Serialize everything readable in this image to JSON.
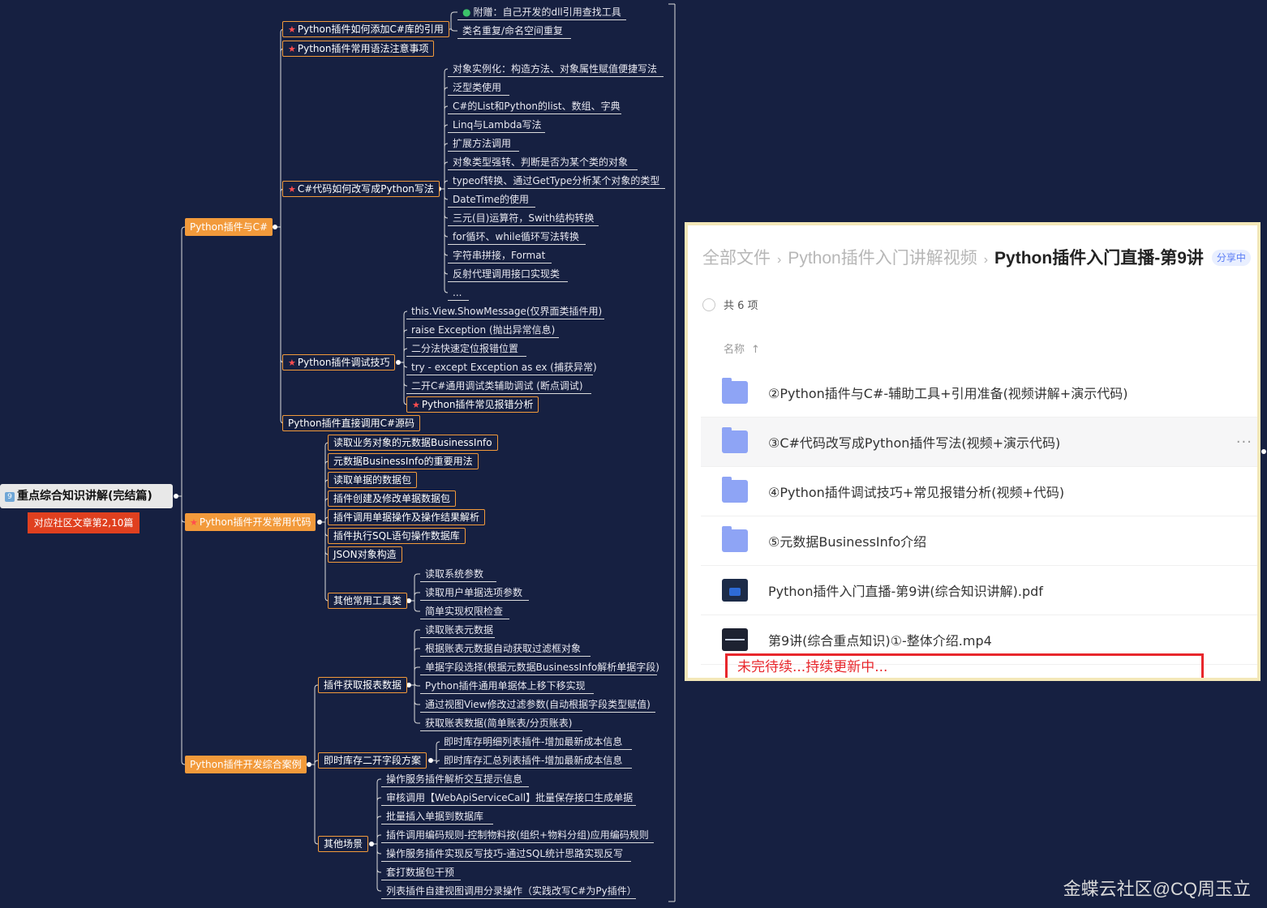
{
  "root": {
    "label": "重点综合知识讲解(完结篇)",
    "badge": "9",
    "note": "对应社区文章第2,10篇"
  },
  "branches": {
    "python_csharp": {
      "label": "Python插件与C#",
      "ref_csharp": {
        "label": "Python插件如何添加C#库的引用",
        "children": [
          "附赠：自己开发的dll引用查找工具",
          "类名重复/命名空间重复"
        ]
      },
      "syntax_notes": {
        "label": "Python插件常用语法注意事项"
      },
      "rewrite": {
        "label": "C#代码如何改写成Python写法",
        "children": [
          "对象实例化：构造方法、对象属性赋值便捷写法",
          "泛型类使用",
          "C#的List和Python的list、数组、字典",
          "Linq与Lambda写法",
          "扩展方法调用",
          "对象类型强转、判断是否为某个类的对象",
          "typeof转换、通过GetType分析某个对象的类型",
          "DateTime的使用",
          "三元(目)运算符，Swith结构转换",
          "for循环、while循环写法转换",
          "字符串拼接，Format",
          "反射代理调用接口实现类",
          "..."
        ]
      },
      "debug": {
        "label": "Python插件调试技巧",
        "children": [
          "this.View.ShowMessage(仅界面类插件用)",
          "raise Exception (抛出异常信息)",
          "二分法快速定位报错位置",
          "try - except Exception as ex (捕获异常)",
          "二开C#通用调试类辅助调试 (断点调试)",
          "Python插件常见报错分析"
        ]
      },
      "call_source": {
        "label": "Python插件直接调用C#源码"
      }
    },
    "common_code": {
      "label": "Python插件开发常用代码",
      "children": [
        "读取业务对象的元数据BusinessInfo",
        "元数据BusinessInfo的重要用法",
        "读取单据的数据包",
        "插件创建及修改单据数据包",
        "插件调用单据操作及操作结果解析",
        "插件执行SQL语句操作数据库",
        "JSON对象构造"
      ],
      "tools": {
        "label": "其他常用工具类",
        "children": [
          "读取系统参数",
          "读取用户单据选项参数",
          "简单实现权限检查"
        ]
      }
    },
    "cases": {
      "label": "Python插件开发综合案例",
      "report": {
        "label": "插件获取报表数据",
        "children": [
          "读取账表元数据",
          "根据账表元数据自动获取过滤框对象",
          "单据字段选择(根据元数据BusinessInfo解析单据字段)",
          "Python插件通用单据体上移下移实现",
          "通过视图View修改过滤参数(自动根据字段类型赋值)",
          "获取账表数据(简单账表/分页账表)"
        ]
      },
      "inventory": {
        "label": "即时库存二开字段方案",
        "children": [
          "即时库存明细列表插件-增加最新成本信息",
          "即时库存汇总列表插件-增加最新成本信息"
        ]
      },
      "other": {
        "label": "其他场景",
        "children": [
          "操作服务插件解析交互提示信息",
          "审核调用【WebApiServiceCall】批量保存接口生成单据",
          "批量插入单据到数据库",
          "插件调用编码规则-控制物料按(组织+物料分组)应用编码规则",
          "操作服务插件实现反写技巧-通过SQL统计思路实现反写",
          "套打数据包干预",
          "列表插件自建视图调用分录操作（实践改写C#为Py插件）"
        ]
      }
    }
  },
  "panel": {
    "breadcrumb": [
      "全部文件",
      "Python插件入门讲解视频"
    ],
    "current": "Python插件入门直播-第9讲",
    "share_badge": "分享中",
    "count": "共 6 项",
    "column_name": "名称",
    "sort_arrow": "↑",
    "more_label": "···",
    "files": [
      {
        "name": "②Python插件与C#-辅助工具+引用准备(视频讲解+演示代码)",
        "icon": "folder-icon"
      },
      {
        "name": "③C#代码改写成Python插件写法(视频+演示代码)",
        "icon": "folder-icon"
      },
      {
        "name": "④Python插件调试技巧+常见报错分析(视频+代码)",
        "icon": "folder-icon"
      },
      {
        "name": "⑤元数据BusinessInfo介绍",
        "icon": "folder-icon"
      },
      {
        "name": "Python插件入门直播-第9讲(综合知识讲解).pdf",
        "icon": "pdf-file-icon"
      },
      {
        "name": "第9讲(综合重点知识)①-整体介绍.mp4",
        "icon": "video-file-icon"
      }
    ],
    "pending": "未完待续...持续更新中..."
  },
  "watermark": "金蝶云社区@CQ周玉立",
  "colors": {
    "background": "#162041",
    "orange": "#f29a3b",
    "star": "#ff4d4f",
    "highlight": "#e8272c"
  }
}
